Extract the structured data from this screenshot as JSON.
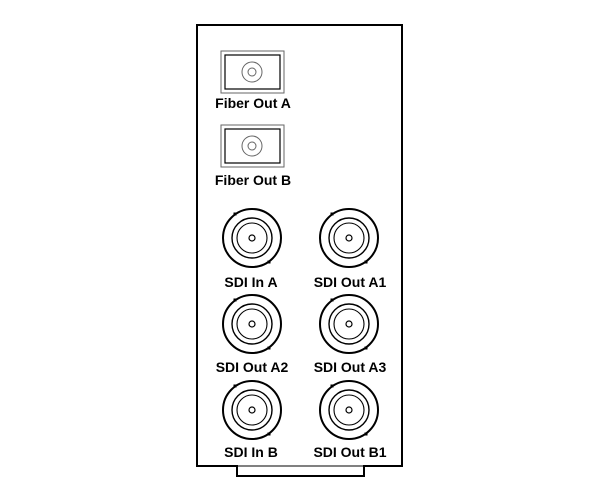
{
  "panel": {
    "connectors": {
      "fiber_out_a": {
        "label": "Fiber Out A",
        "icon": "fiber-optic-port-icon"
      },
      "fiber_out_b": {
        "label": "Fiber Out B",
        "icon": "fiber-optic-port-icon"
      },
      "sdi_in_a": {
        "label": "SDI In A",
        "icon": "bnc-connector-icon"
      },
      "sdi_out_a1": {
        "label": "SDI Out A1",
        "icon": "bnc-connector-icon"
      },
      "sdi_out_a2": {
        "label": "SDI Out A2",
        "icon": "bnc-connector-icon"
      },
      "sdi_out_a3": {
        "label": "SDI Out A3",
        "icon": "bnc-connector-icon"
      },
      "sdi_in_b": {
        "label": "SDI In B",
        "icon": "bnc-connector-icon"
      },
      "sdi_out_b1": {
        "label": "SDI Out B1",
        "icon": "bnc-connector-icon"
      }
    },
    "colors": {
      "stroke": "#000000",
      "background": "#ffffff",
      "port_gray": "#666666"
    }
  }
}
